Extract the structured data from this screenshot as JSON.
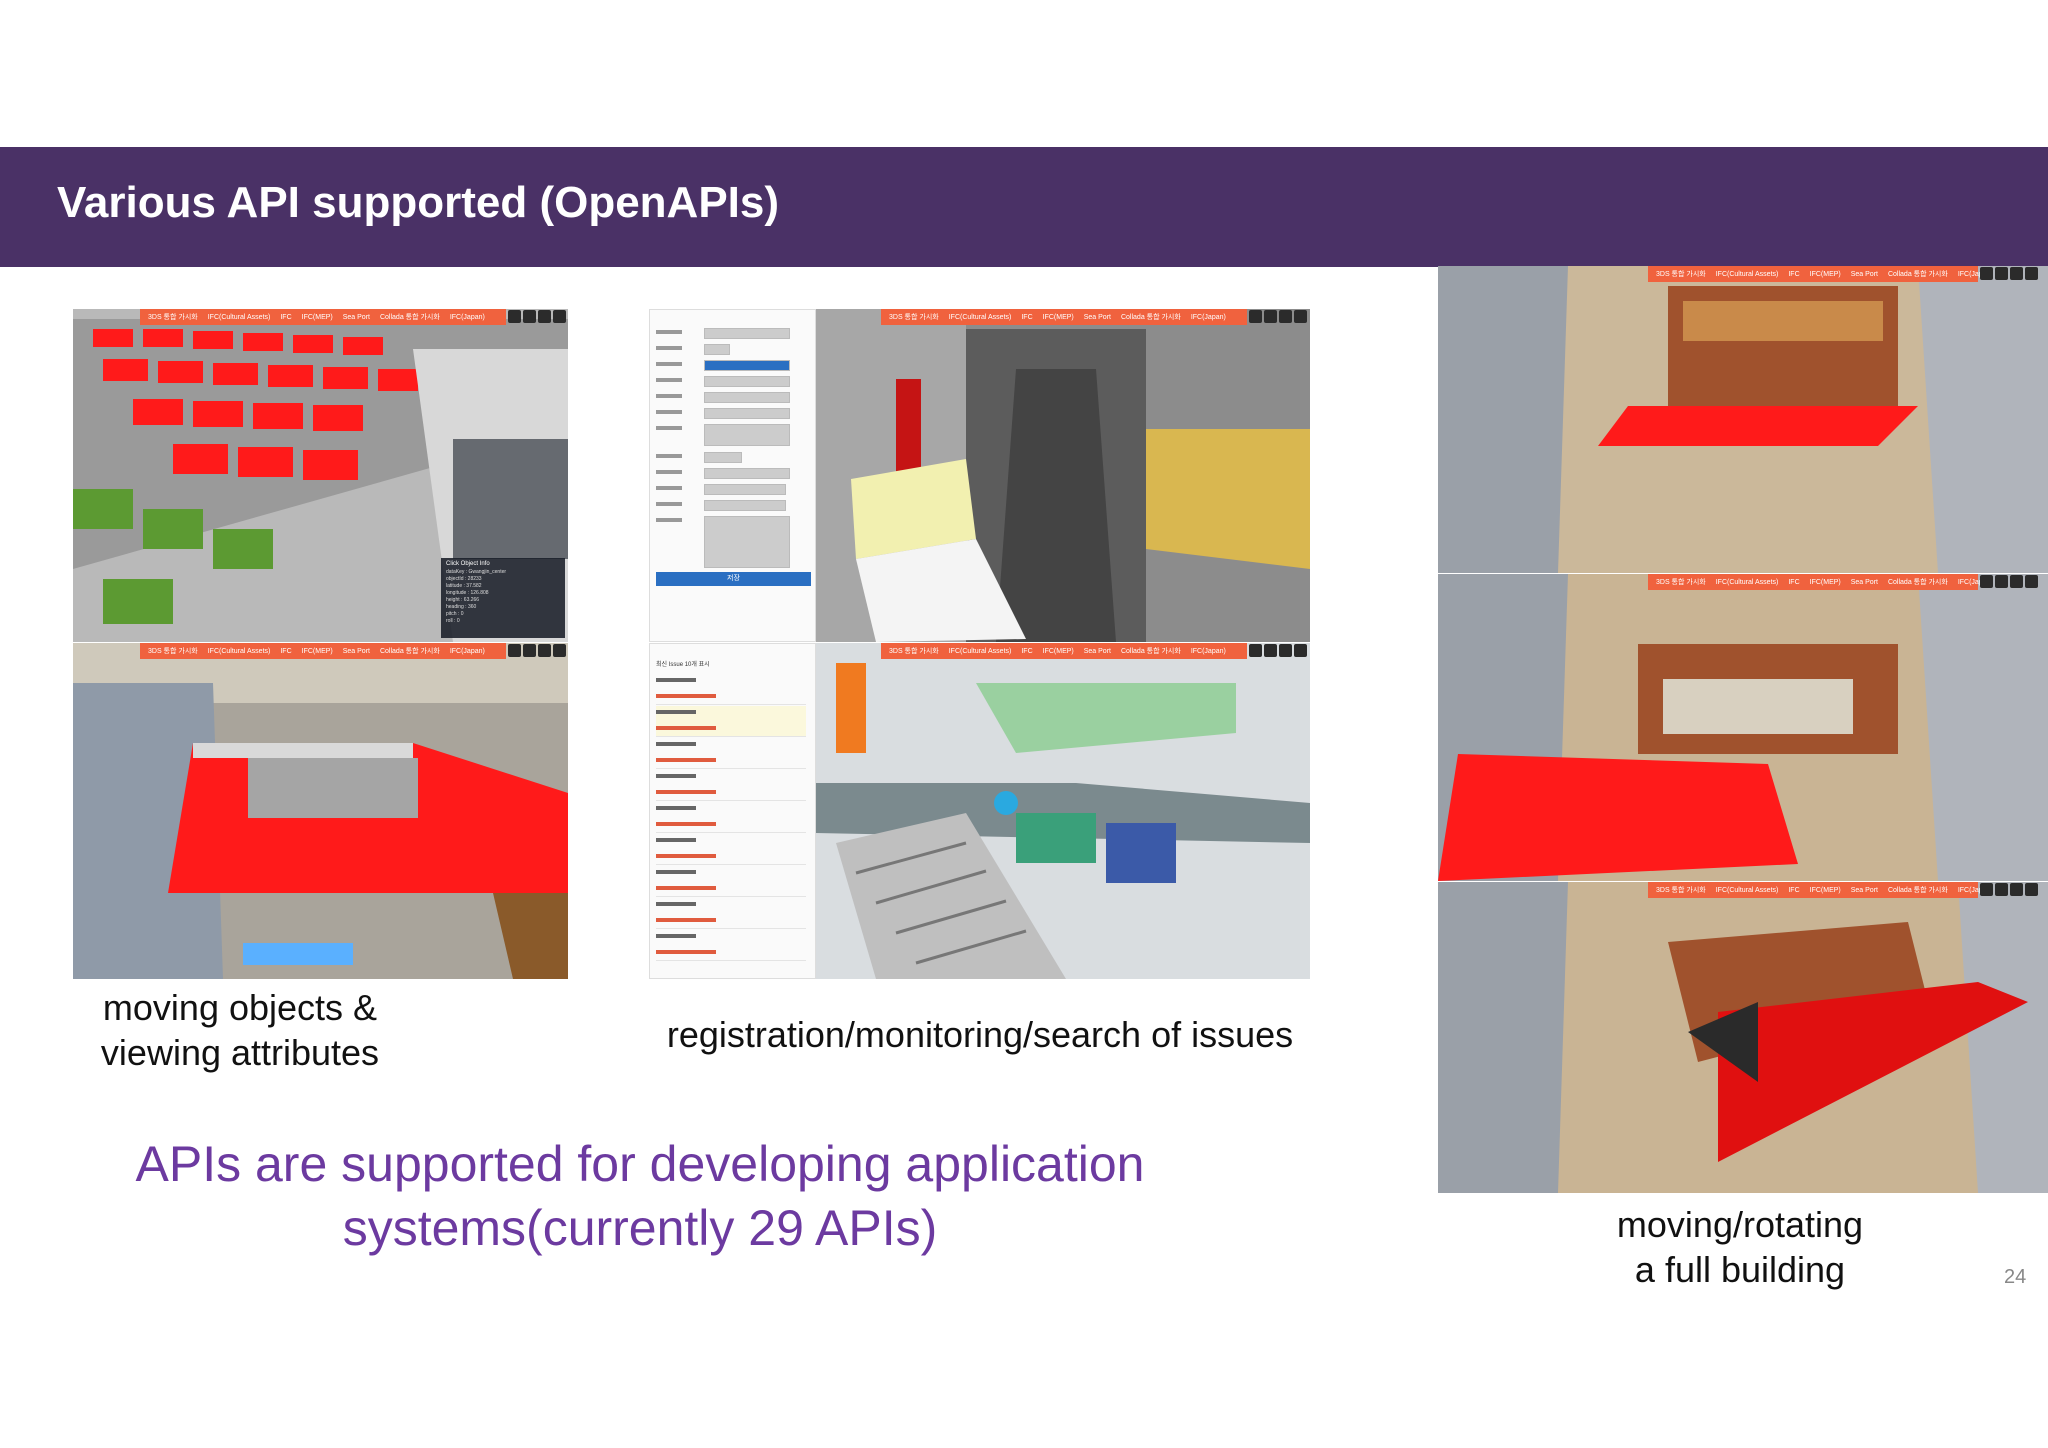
{
  "slide": {
    "title": "Various API supported (OpenAPIs)",
    "page_number": "24",
    "api_statement_line1": "APIs are supported for developing application",
    "api_statement_line2": "systems(currently 29 APIs)"
  },
  "captions": {
    "left_line1": "moving objects &",
    "left_line2": "viewing attributes",
    "middle": "registration/monitoring/search of issues",
    "right_line1": "moving/rotating",
    "right_line2": "a full building"
  },
  "colors": {
    "title_bar": "#4a3166",
    "accent_text": "#6c3aa0",
    "toolbar": "#f0623e",
    "highlight_red": "#ff1a1a",
    "form_button": "#2a6fc2"
  },
  "screenshots": {
    "toolbar_tabs": [
      "3DS 통합 가시화",
      "IFC(Cultural Assets)",
      "IFC",
      "IFC(MEP)",
      "Sea Port",
      "Collada 통합 가시화",
      "IFC(Japan)"
    ],
    "object_info_title": "Click Object Info",
    "object_info_rows": [
      "dataKey : Gwangjin_center",
      "objectId : 28233",
      "latitude : 37.582",
      "longitude : 126.808",
      "height : 63.266",
      "heading : 360",
      "pitch : 0",
      "roll : 0"
    ],
    "issue_list_title": "최신 Issue 10개 표시",
    "form_submit": "저장"
  }
}
